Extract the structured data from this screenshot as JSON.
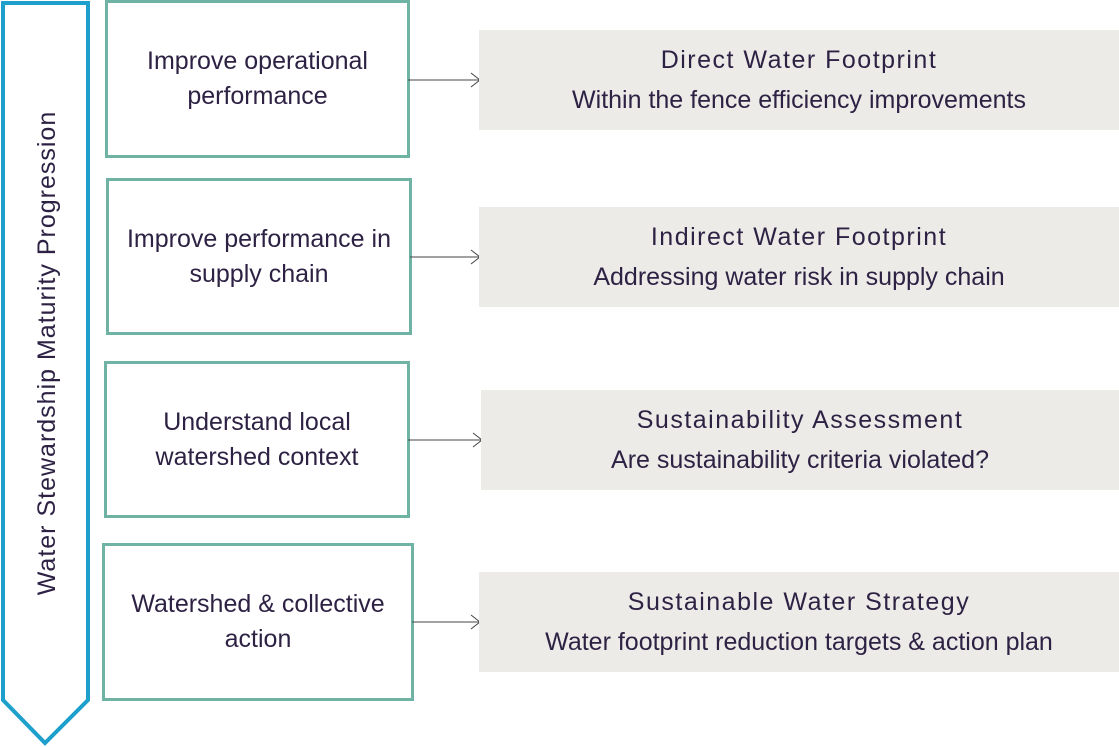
{
  "progression_label": "Water Stewardship Maturity Progression",
  "colors": {
    "arrow_outline": "#1ea0cc",
    "box_border": "#6fb3a5",
    "result_fill": "#ecebe8",
    "text": "#2e2244"
  },
  "steps": [
    {
      "label": "Improve operational performance",
      "result_title": "Direct Water Footprint",
      "result_desc": "Within the fence efficiency improvements"
    },
    {
      "label": "Improve performance in supply chain",
      "result_title": "Indirect Water Footprint",
      "result_desc": "Addressing water risk in supply chain"
    },
    {
      "label": "Understand local watershed context",
      "result_title": "Sustainability Assessment",
      "result_desc": "Are sustainability criteria violated?"
    },
    {
      "label": "Watershed & collective action",
      "result_title": "Sustainable Water Strategy",
      "result_desc": "Water footprint reduction targets & action plan"
    }
  ]
}
